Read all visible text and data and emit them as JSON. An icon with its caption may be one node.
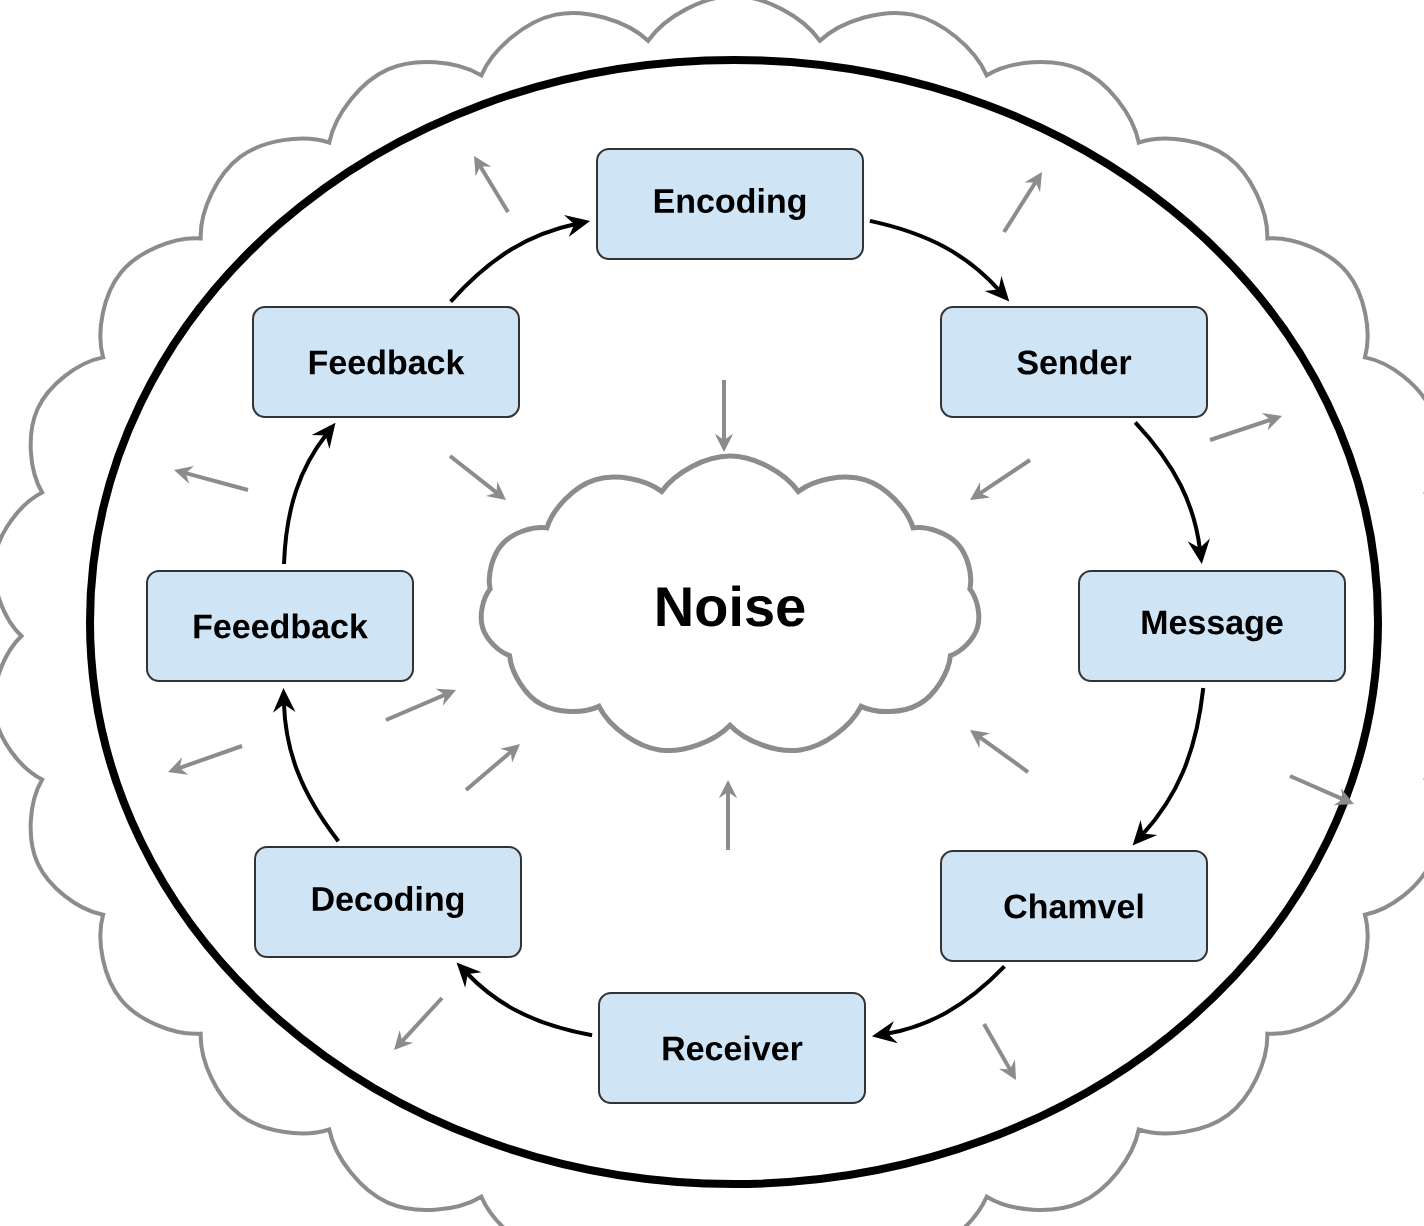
{
  "diagram": {
    "nodes": [
      {
        "text": [
          "Noise"
        ]
      },
      {
        "text": [
          "Encoding"
        ]
      },
      {
        "text": [
          "Sender"
        ]
      },
      {
        "text": [
          "Message"
        ]
      },
      {
        "text": [
          "Chamvel"
        ]
      },
      {
        "text": [
          "Receiver"
        ]
      },
      {
        "text": [
          "Decoding"
        ]
      },
      {
        "text": [
          "Feeedback"
        ]
      },
      {
        "text": [
          "Feedback"
        ]
      }
    ],
    "edges": [
      {
        "from": 8,
        "to": 1,
        "arrow": "to"
      },
      {
        "from": 1,
        "to": 2,
        "arrow": "to"
      },
      {
        "from": 2,
        "to": 3,
        "arrow": "to"
      },
      {
        "from": 3,
        "to": 4,
        "arrow": "to"
      },
      {
        "from": 4,
        "to": 5,
        "arrow": "to"
      },
      {
        "from": 5,
        "to": 6,
        "arrow": "to"
      },
      {
        "from": 6,
        "to": 7,
        "arrow": "to"
      },
      {
        "from": 7,
        "to": 8,
        "arrow": "to"
      }
    ]
  }
}
